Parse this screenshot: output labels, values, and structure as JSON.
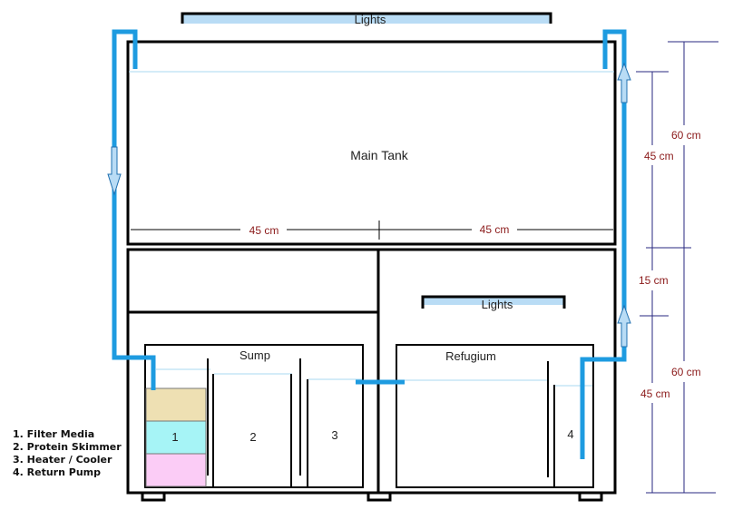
{
  "labels": {
    "top_lights": "Lights",
    "main_tank": "Main Tank",
    "sump": "Sump",
    "refugium": "Refugium",
    "refugium_lights": "Lights",
    "chamber_1": "1",
    "chamber_2": "2",
    "chamber_3": "3",
    "chamber_4": "4"
  },
  "dimensions": {
    "tank_left_width": "45 cm",
    "tank_right_width": "45 cm",
    "total_height_top": "60 cm",
    "tank_height": "45 cm",
    "stand_gap": "15 cm",
    "stand_height": "60 cm",
    "sump_height": "45 cm"
  },
  "legend": [
    "1. Filter Media",
    "2. Protein Skimmer",
    "3. Heater / Cooler",
    "4. Return Pump"
  ],
  "colors": {
    "pipe": "#1e9be0",
    "light_fill": "#b9dcf5",
    "water_line": "#a8d8f0",
    "filter_media": "#eee0b3",
    "filter_media_2": "#a6f4f6",
    "filter_media_3": "#fbccf6",
    "outline": "#000000",
    "dimension_text": "#8b1a1a"
  }
}
